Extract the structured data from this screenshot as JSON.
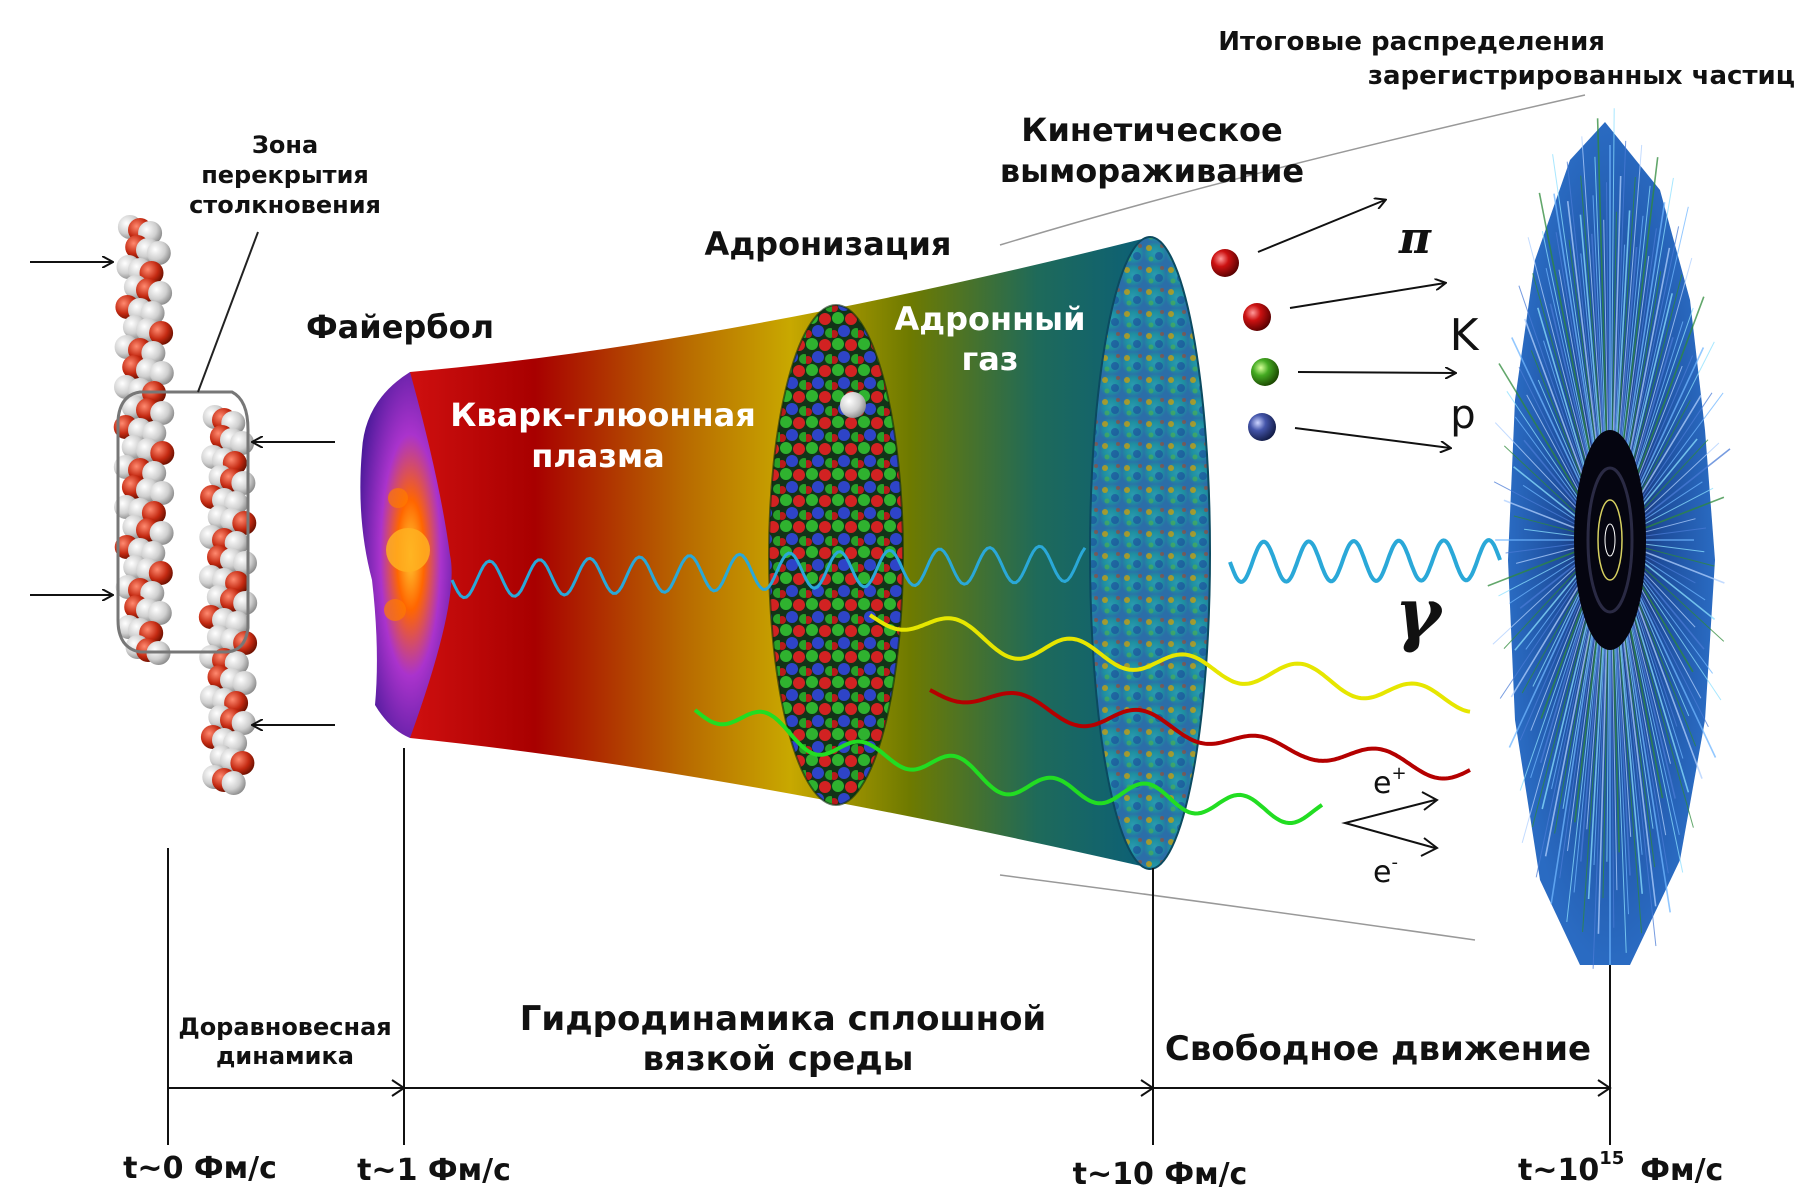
{
  "labels": {
    "final_distributions_line1": "Итоговые распределения",
    "final_distributions_line2": "зарегистрированных частиц",
    "overlap_zone_line1": "Зона",
    "overlap_zone_line2": "перекрытия",
    "overlap_zone_line3": "столкновения",
    "kinetic_freezeout_line1": "Кинетическое",
    "kinetic_freezeout_line2": "вымораживание",
    "hadronization": "Адронизация",
    "fireball": "Файербол",
    "hadron_gas_line1": "Адронный",
    "hadron_gas_line2": "газ",
    "qgp_line1": "Кварк-глюонная",
    "qgp_line2": "плазма"
  },
  "particles": {
    "pi": "π",
    "kaon": "K",
    "proton": "p",
    "gamma": "γ",
    "e_base_plus": "e",
    "e_sup_plus": "+",
    "e_base_minus": "e",
    "e_sup_minus": "-"
  },
  "timeline": {
    "pre_equilibrium_line1": "Доравновесная",
    "pre_equilibrium_line2": "динамика",
    "hydro_line1": "Гидродинамика сплошной",
    "hydro_line2": "вязкой среды",
    "free_motion": "Свободное движение",
    "t0": "t~0 Фм/с",
    "t1": "t~1 Фм/с",
    "t10": "t~10 Фм/с",
    "t15_base": "t~10",
    "t15_sup": "15",
    "t15_unit": "Фм/с"
  },
  "colors": {
    "tube_red": "#b40000",
    "tube_gold": "#c8a000",
    "tube_olive": "#6e7a00",
    "tube_teal": "#0b5f78",
    "photon_wave": "#2aa8d8",
    "yellow_wave": "#e6e600",
    "red_wave": "#b40000",
    "green_wave": "#22dd22",
    "pion_ball": "#cc1111",
    "kaon_ball": "#cc1111",
    "proton_ball": "#44aa22",
    "neutral_ball": "#4455aa"
  }
}
